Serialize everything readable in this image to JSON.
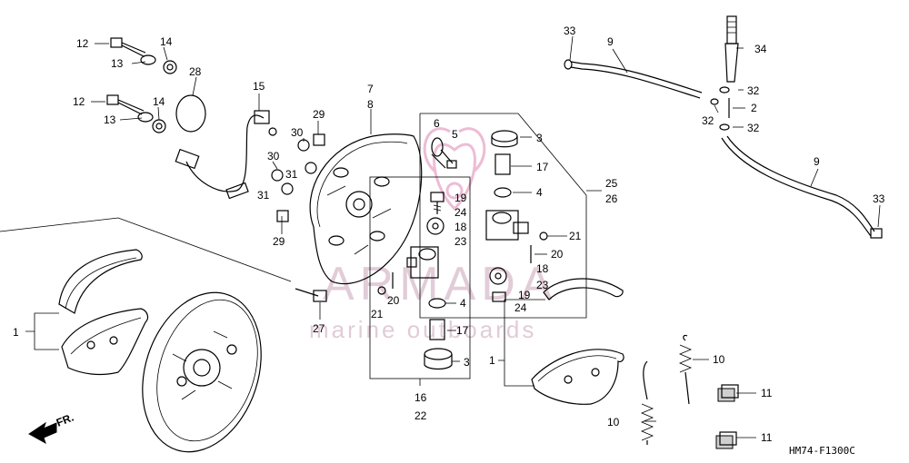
{
  "diagram": {
    "code": "HM74-F1300C",
    "direction_marker": "FR.",
    "callouts": [
      "1",
      "2",
      "3",
      "4",
      "5",
      "6",
      "7",
      "8",
      "9",
      "10",
      "11",
      "12",
      "13",
      "14",
      "15",
      "16",
      "17",
      "18",
      "19",
      "20",
      "21",
      "22",
      "23",
      "24",
      "25",
      "26",
      "27",
      "28",
      "29",
      "30",
      "31",
      "32",
      "33",
      "34"
    ]
  },
  "watermark": {
    "brand": "ARMADA",
    "tagline": "marine outboards",
    "accent_color": "#e8a6c8"
  }
}
